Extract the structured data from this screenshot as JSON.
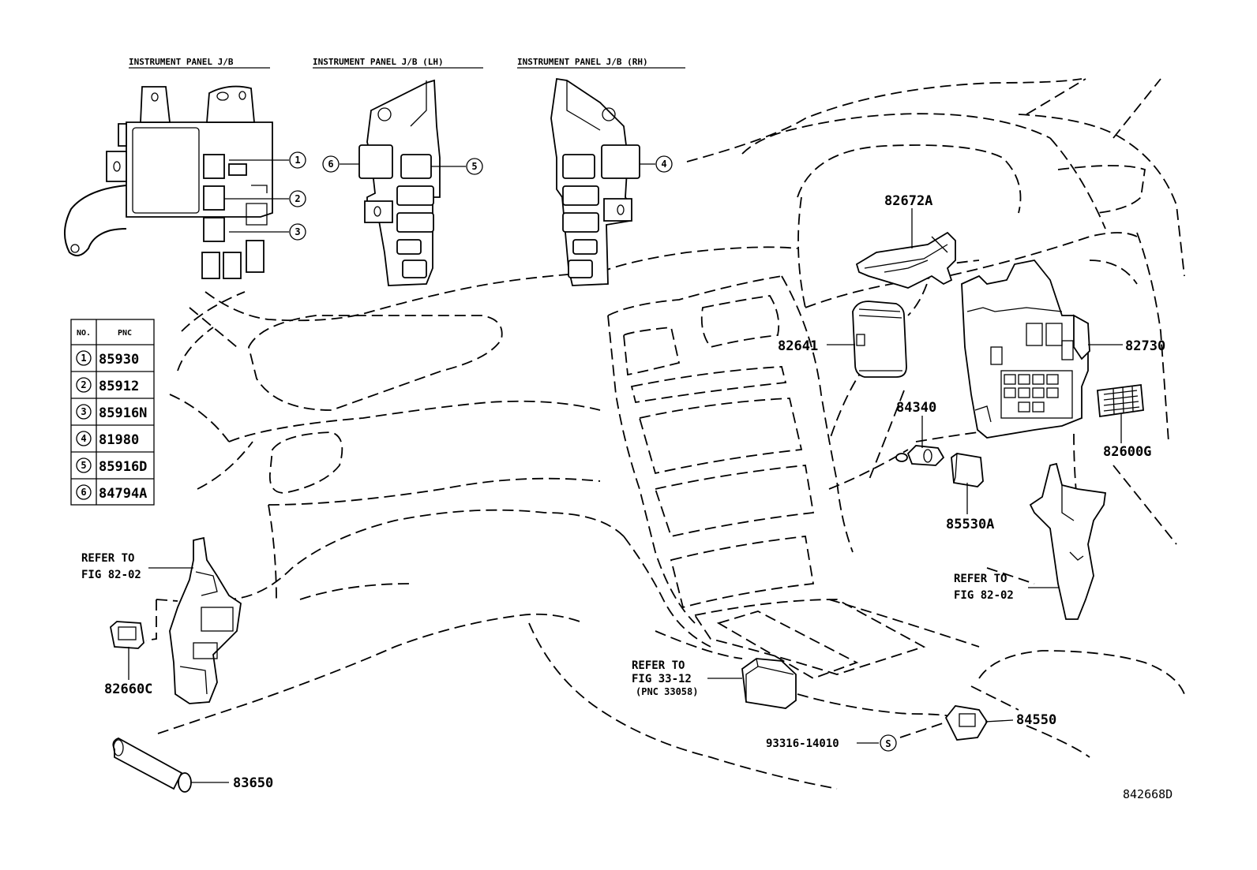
{
  "headers": {
    "jb": "INSTRUMENT PANEL J/B",
    "jb_lh": "INSTRUMENT PANEL J/B (LH)",
    "jb_rh": "INSTRUMENT PANEL J/B (RH)"
  },
  "table": {
    "col_no": "NO.",
    "col_pnc": "PNC",
    "rows": [
      {
        "no": "1",
        "pnc": "85930"
      },
      {
        "no": "2",
        "pnc": "85912"
      },
      {
        "no": "3",
        "pnc": "85916N"
      },
      {
        "no": "4",
        "pnc": "81980"
      },
      {
        "no": "5",
        "pnc": "85916D"
      },
      {
        "no": "6",
        "pnc": "84794A"
      }
    ]
  },
  "callouts": [
    "1",
    "2",
    "3",
    "6",
    "5",
    "4"
  ],
  "parts": {
    "p82672A": "82672A",
    "p82641": "82641",
    "p82730": "82730",
    "p84340": "84340",
    "p82600G": "82600G",
    "p85530A": "85530A",
    "p82660C": "82660C",
    "p83650": "83650",
    "p84550": "84550",
    "p93316": "93316-14010",
    "s_symbol": "S"
  },
  "refs": {
    "left_1": "REFER TO",
    "left_2": "FIG 82-02",
    "right_1": "REFER TO",
    "right_2": "FIG 82-02",
    "bottom_1": "REFER TO",
    "bottom_2": "FIG 33-12",
    "bottom_3": "(PNC 33058)"
  },
  "figure_code": "842668D"
}
